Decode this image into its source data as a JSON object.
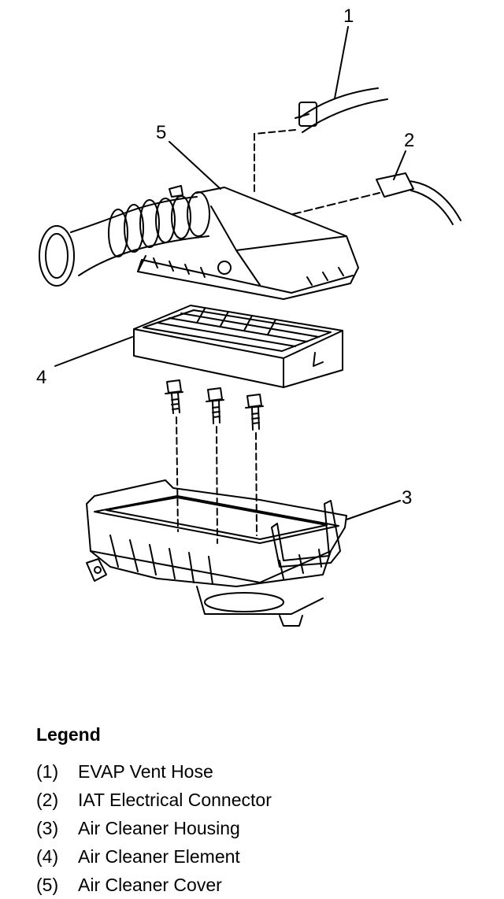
{
  "diagram": {
    "callouts": {
      "c1": "1",
      "c2": "2",
      "c3": "3",
      "c4": "4",
      "c5": "5"
    }
  },
  "legend": {
    "title": "Legend",
    "items": [
      {
        "num": "(1)",
        "label": "EVAP Vent Hose"
      },
      {
        "num": "(2)",
        "label": "IAT Electrical Connector"
      },
      {
        "num": "(3)",
        "label": "Air Cleaner Housing"
      },
      {
        "num": "(4)",
        "label": "Air Cleaner Element"
      },
      {
        "num": "(5)",
        "label": "Air Cleaner Cover"
      }
    ]
  }
}
